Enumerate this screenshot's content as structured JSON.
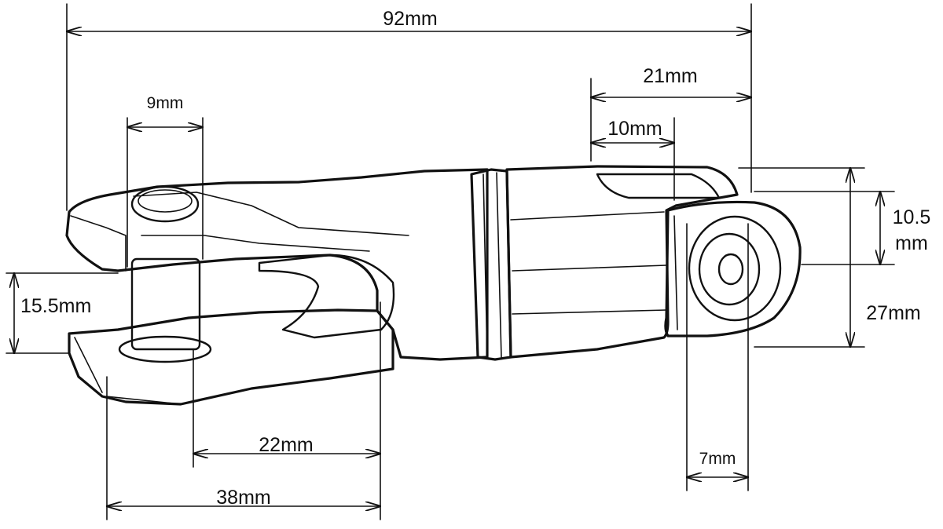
{
  "diagram": {
    "dimensions": {
      "overall_length": "92mm",
      "eye_section_length": "21mm",
      "slot_length": "10mm",
      "pin_diameter": "9mm",
      "jaw_opening": "15.5mm",
      "pin_to_slot": "22mm",
      "jaw_depth": "38mm",
      "eye_hole": "7mm",
      "eye_thickness_line1": "10.5",
      "eye_thickness_line2": "mm",
      "overall_height": "27mm"
    }
  }
}
